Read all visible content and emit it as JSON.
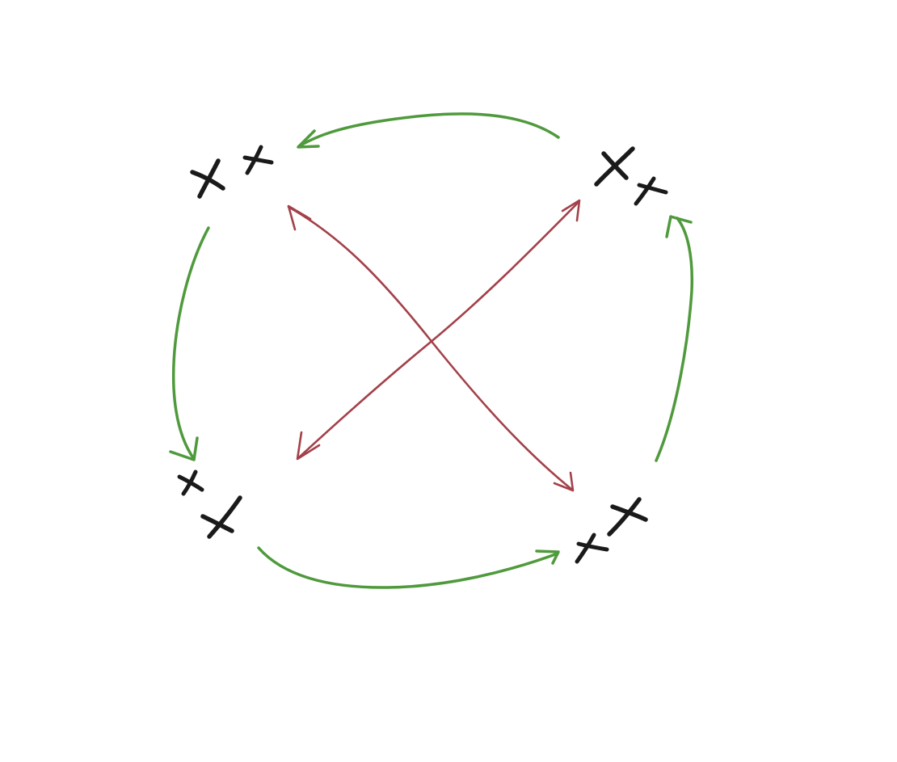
{
  "diagram": {
    "colors": {
      "background": "#ffffff",
      "marks": "#1a1a1a",
      "cycle_arrows": "#4f9a3c",
      "diagonal_arrows": "#a3414a"
    },
    "nodes": [
      {
        "id": "top-left",
        "symbol": "big-and-small-cross"
      },
      {
        "id": "top-right",
        "symbol": "big-and-small-cross"
      },
      {
        "id": "bottom-left",
        "symbol": "small-and-big-cross"
      },
      {
        "id": "bottom-right",
        "symbol": "small-and-big-cross"
      }
    ],
    "edges": [
      {
        "from": "top-right",
        "to": "top-left",
        "color": "cycle_arrows"
      },
      {
        "from": "top-left",
        "to": "bottom-left",
        "color": "cycle_arrows"
      },
      {
        "from": "bottom-left",
        "to": "bottom-right",
        "color": "cycle_arrows"
      },
      {
        "from": "bottom-right",
        "to": "top-right",
        "color": "cycle_arrows"
      },
      {
        "from": "bottom-left",
        "to": "top-right",
        "color": "diagonal_arrows"
      },
      {
        "from": "top-left",
        "to": "bottom-right",
        "color": "diagonal_arrows"
      }
    ]
  }
}
